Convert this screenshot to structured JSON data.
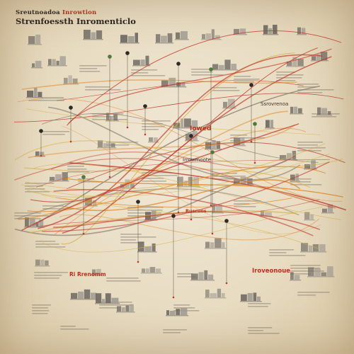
{
  "poster": {
    "kicker_text": "Sreutnoadoa",
    "kicker_highlight": "Inrowtion",
    "title": "Strenfoessth Inromenticlo"
  },
  "callouts": [
    {
      "text": "Iowed",
      "tone": "red"
    },
    {
      "text": "Iroveonoue",
      "tone": "red"
    },
    {
      "text": "Ri Rrenomm",
      "tone": "red"
    },
    {
      "text": "Ssrovrenoa",
      "tone": "dark"
    },
    {
      "text": "Irrowmoote",
      "tone": "dark"
    },
    {
      "text": "Rusruos",
      "tone": "red"
    }
  ],
  "colors": {
    "paper": "#ebe0c8",
    "ink": "#2b2520",
    "route_red": "#c0392b",
    "route_orange": "#e08a2e",
    "route_gold": "#d6b24a",
    "route_gray": "#8a7f70",
    "building": "#6f6a63",
    "building_light": "#a19c94",
    "pin_green": "#4f7a3a",
    "pin_dark": "#2e2a26"
  }
}
